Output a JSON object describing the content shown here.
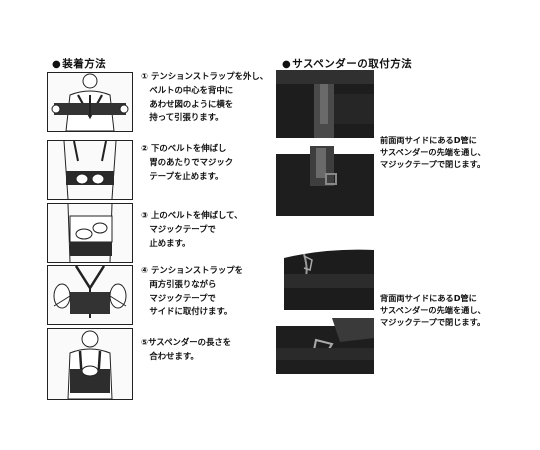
{
  "left_section": {
    "heading": "装着方法",
    "steps": [
      {
        "text": "① テンションストラップを外し、\n　ベルトの中心を背中に\n　あわせ図のように横を\n　持って引張ります。"
      },
      {
        "text": "② 下のベルトを伸ばし\n　胃のあたりでマジック\n　テープを止めます。"
      },
      {
        "text": "③ 上のベルトを伸ばして、\n　マジックテープで\n　止めます。"
      },
      {
        "text": "④ テンションストラップを\n　両方引張りながら\n　マジックテープで\n　サイドに取付けます。"
      },
      {
        "text": "⑤サスペンダーの長さを\n　合わせます。"
      }
    ]
  },
  "right_section": {
    "heading": "サスペンダーの取付方法",
    "captions": [
      {
        "text": "前面両サイドにあるD管に\nサスペンダーの先端を通し、\nマジックテープで閉じます。"
      },
      {
        "text": "背面両サイドにあるD管に\nサスペンダーの先端を通し、\nマジックテープで閉じます。"
      }
    ]
  }
}
